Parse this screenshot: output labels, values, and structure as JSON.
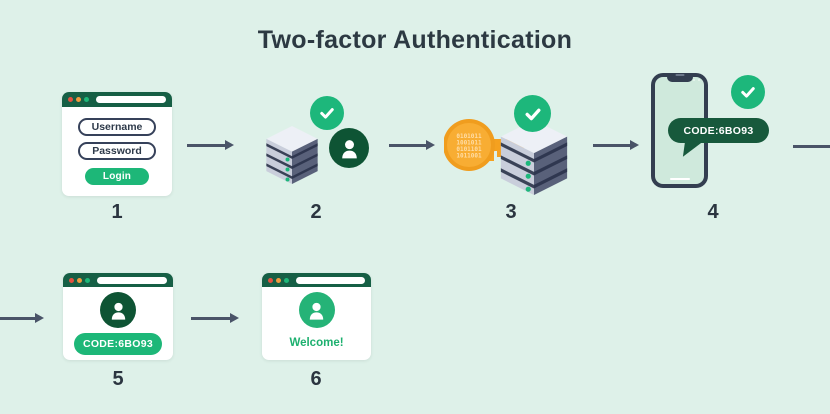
{
  "title": "Two-factor Authentication",
  "palette": {
    "background": "#def1e9",
    "accent_green": "#1db778",
    "header_green": "#165f45",
    "badge_dark_green": "#0e5434",
    "bubble_green": "#17593c",
    "key_orange": "#f5a11f",
    "arrow_slate": "#4a5468",
    "text_dark": "#2c3942"
  },
  "steps": {
    "step1": {
      "number": "1",
      "username_label": "Username",
      "password_label": "Password",
      "login_label": "Login"
    },
    "step2": {
      "number": "2"
    },
    "step3": {
      "number": "3",
      "key_binary": {
        "line1": "0101011",
        "line2": "1001011",
        "line3": "0101101",
        "line4": "1011001"
      }
    },
    "step4": {
      "number": "4",
      "sms_code": "CODE:6BO93"
    },
    "step5": {
      "number": "5",
      "code_label": "CODE:6BO93"
    },
    "step6": {
      "number": "6",
      "welcome_message": "Welcome!"
    }
  }
}
